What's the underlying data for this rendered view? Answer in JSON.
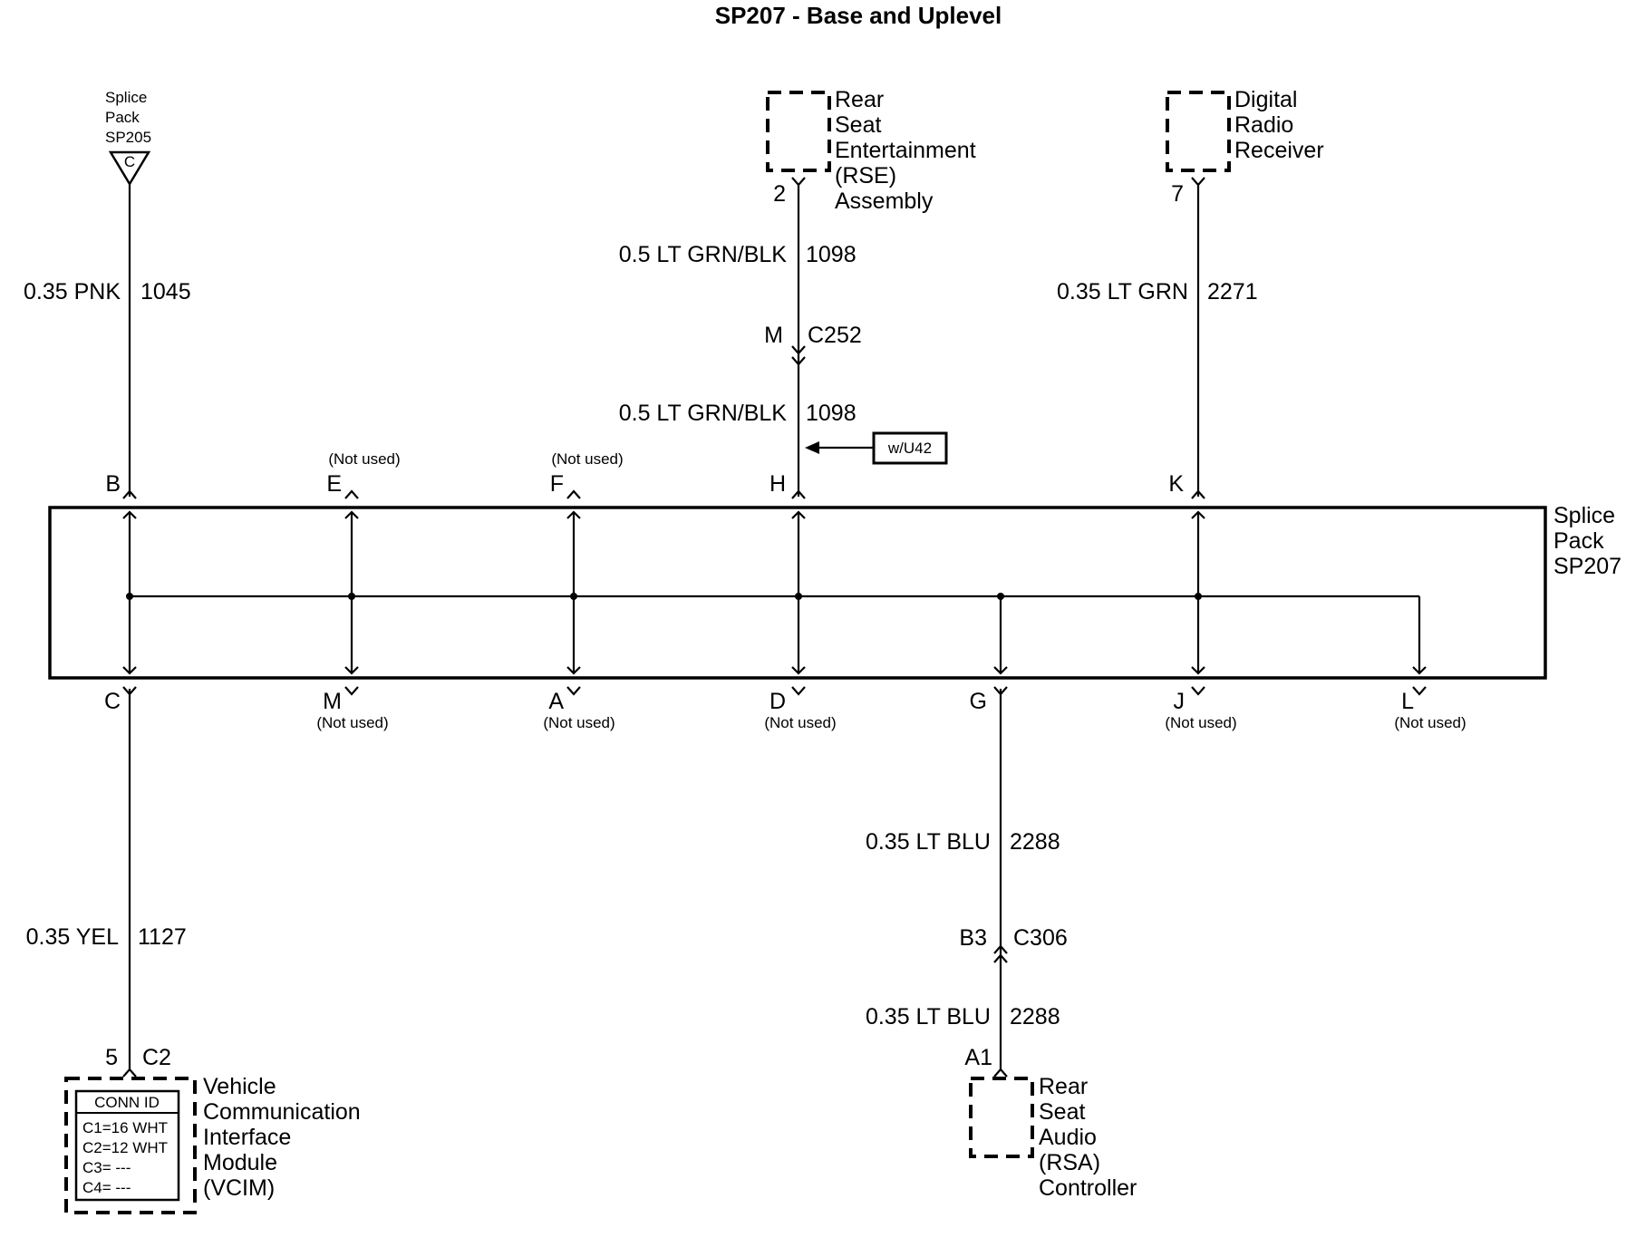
{
  "title": "SP207 - Base and Uplevel",
  "components": {
    "splice_pack_sp205": [
      "Splice",
      "Pack",
      "SP205"
    ],
    "splice_pack_sp205_pin": "C",
    "rse": [
      "Rear",
      "Seat",
      "Entertainment",
      "(RSE)",
      "Assembly"
    ],
    "digital_radio": [
      "Digital",
      "Radio",
      "Receiver"
    ],
    "splice_pack_sp207": [
      "Splice",
      "Pack",
      "SP207"
    ],
    "vcim": [
      "Vehicle",
      "Communication",
      "Interface",
      "Module",
      "(VCIM)"
    ],
    "rsa": [
      "Rear",
      "Seat",
      "Audio",
      "(RSA)",
      "Controller"
    ]
  },
  "conn_id": {
    "header": "CONN ID",
    "rows": [
      "C1=16 WHT",
      "C2=12 WHT",
      "C3= ---",
      "C4= ---"
    ]
  },
  "option_label": "w/U42",
  "not_used": "(Not used)",
  "pins": {
    "top": [
      "B",
      "E",
      "F",
      "H",
      "K"
    ],
    "bottom": [
      "C",
      "M",
      "A",
      "D",
      "G",
      "J",
      "L"
    ]
  },
  "terminals": {
    "rse_pin": "2",
    "radio_pin": "7",
    "c252_pin": "M",
    "c252": "C252",
    "c306_pin": "B3",
    "c306": "C306",
    "rsa_pin": "A1",
    "vcim_pin": "5",
    "vcim_conn": "C2"
  },
  "wires": {
    "pnk": {
      "desc": "0.35 PNK",
      "circuit": "1045"
    },
    "grnblk_upper": {
      "desc": "0.5 LT GRN/BLK",
      "circuit": "1098"
    },
    "grnblk_lower": {
      "desc": "0.5 LT GRN/BLK",
      "circuit": "1098"
    },
    "ltgrn": {
      "desc": "0.35 LT GRN",
      "circuit": "2271"
    },
    "yel": {
      "desc": "0.35 YEL",
      "circuit": "1127"
    },
    "ltblu_upper": {
      "desc": "0.35 LT BLU",
      "circuit": "2288"
    },
    "ltblu_lower": {
      "desc": "0.35 LT BLU",
      "circuit": "2288"
    }
  }
}
